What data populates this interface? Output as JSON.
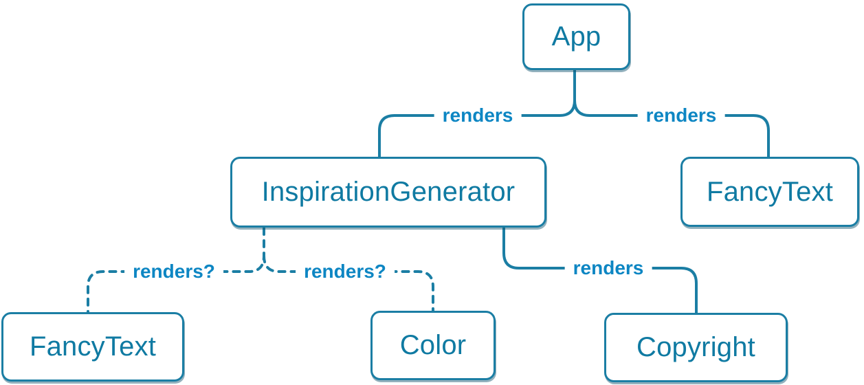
{
  "diagram": {
    "type": "component-render-tree",
    "colors": {
      "line": "#1b7ea4",
      "node_border": "#1b7ea4",
      "node_fill": "#ffffff",
      "node_text": "#0f7aa2",
      "edge_label_text": "#0d86c3",
      "background": "#ffffff"
    },
    "nodes": [
      {
        "id": "app",
        "label": "App"
      },
      {
        "id": "inspiration-generator",
        "label": "InspirationGenerator"
      },
      {
        "id": "fancy-text-top",
        "label": "FancyText"
      },
      {
        "id": "fancy-text-bottom",
        "label": "FancyText"
      },
      {
        "id": "color",
        "label": "Color"
      },
      {
        "id": "copyright",
        "label": "Copyright"
      }
    ],
    "edges": [
      {
        "from": "App",
        "to": "InspirationGenerator",
        "label": "renders",
        "style": "solid"
      },
      {
        "from": "App",
        "to": "FancyText",
        "label": "renders",
        "style": "solid"
      },
      {
        "from": "InspirationGenerator",
        "to": "FancyText",
        "label": "renders?",
        "style": "dashed"
      },
      {
        "from": "InspirationGenerator",
        "to": "Color",
        "label": "renders?",
        "style": "dashed"
      },
      {
        "from": "InspirationGenerator",
        "to": "Copyright",
        "label": "renders",
        "style": "solid"
      }
    ]
  }
}
